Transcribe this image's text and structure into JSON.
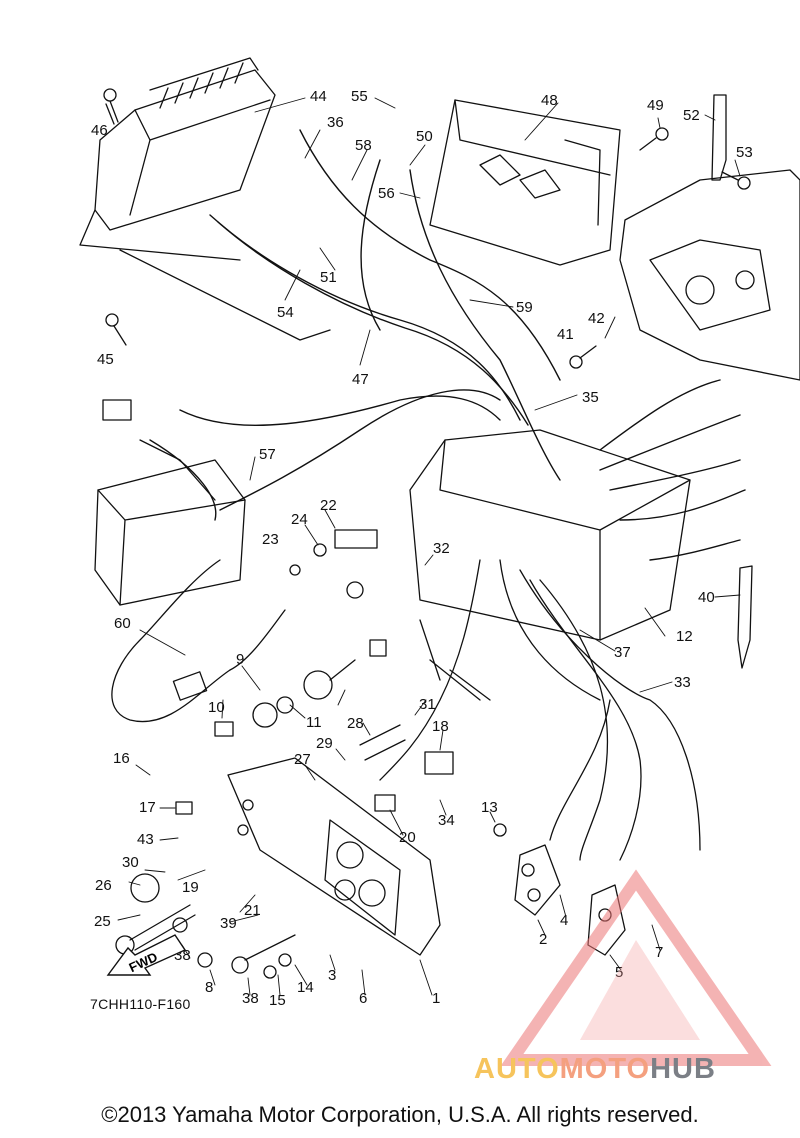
{
  "diagram": {
    "part_numbers": [
      "1",
      "2",
      "3",
      "4",
      "5",
      "6",
      "7",
      "8",
      "9",
      "10",
      "11",
      "12",
      "13",
      "14",
      "15",
      "16",
      "17",
      "18",
      "19",
      "20",
      "21",
      "22",
      "23",
      "24",
      "25",
      "26",
      "27",
      "28",
      "29",
      "30",
      "31",
      "32",
      "33",
      "34",
      "35",
      "36",
      "37",
      "38",
      "39",
      "40",
      "41",
      "42",
      "43",
      "44",
      "45",
      "46",
      "47",
      "48",
      "49",
      "50",
      "51",
      "52",
      "53",
      "54",
      "55",
      "56",
      "57",
      "58",
      "59",
      "60"
    ],
    "fwd_label": "FWD",
    "drawing_code": "7CHH110-F160"
  },
  "watermark": {
    "brand_part1": "AUTO",
    "brand_part2": "MOTO",
    "brand_part3": "HUB",
    "colors": {
      "auto": "#f6c45c",
      "moto": "#f4a07f",
      "hub": "#7b7f86",
      "triangle": "#f08080"
    }
  },
  "footer": {
    "copyright": "©2013 Yamaha Motor Corporation, U.S.A. All rights reserved."
  }
}
